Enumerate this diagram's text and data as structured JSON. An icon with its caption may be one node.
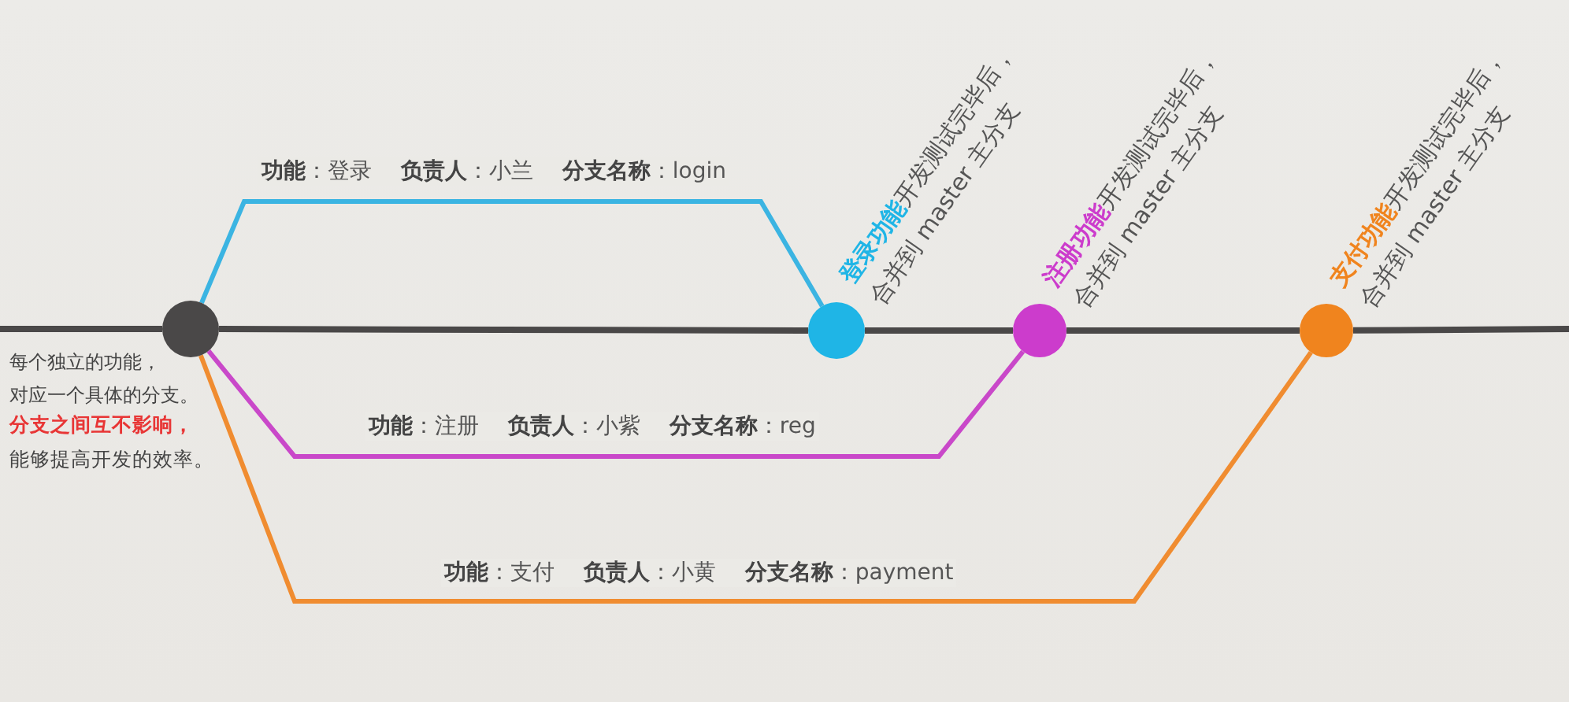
{
  "diagram": {
    "nodes": [
      {
        "text": [],
        "shape": "circle"
      },
      {
        "text": [],
        "shape": "circle",
        "beside": [
          "**登录功能**开发测试完毕后，合并到 master 主分支"
        ]
      },
      {
        "text": [],
        "shape": "circle",
        "beside": [
          "**注册功能**开发测试完毕后，合并到 master 主分支"
        ]
      },
      {
        "text": [],
        "shape": "circle",
        "beside": [
          "**支付功能**开发测试完毕后，合并到 master 主分支"
        ]
      }
    ],
    "edges": [
      {
        "from": null,
        "to": 0,
        "arrow": "none"
      },
      {
        "from": 0,
        "to": 1,
        "arrow": "none"
      },
      {
        "from": 1,
        "to": 2,
        "arrow": "none"
      },
      {
        "from": 2,
        "to": 3,
        "arrow": "none"
      },
      {
        "from": 3,
        "to": null,
        "arrow": "none"
      },
      {
        "from": 0,
        "to": 1,
        "arrow": "none",
        "color": "#3bb4e2",
        "label": "**功能**：登录 **负责人**：小兰 **分支名称**：login"
      },
      {
        "from": 0,
        "to": 2,
        "arrow": "none",
        "color": "#c948c9",
        "label": "**功能**：注册 **负责人**：小紫 **分支名称**：reg"
      },
      {
        "from": 0,
        "to": 3,
        "arrow": "none",
        "color": "#f08c30",
        "label": "**功能**：支付 **负责人**：小黄 **分支名称**：payment"
      }
    ],
    "labels": [
      "每个独立的功能，对应一个具体的分支。",
      "分支之间互不影响，",
      "能够提高开发的效率。"
    ]
  }
}
